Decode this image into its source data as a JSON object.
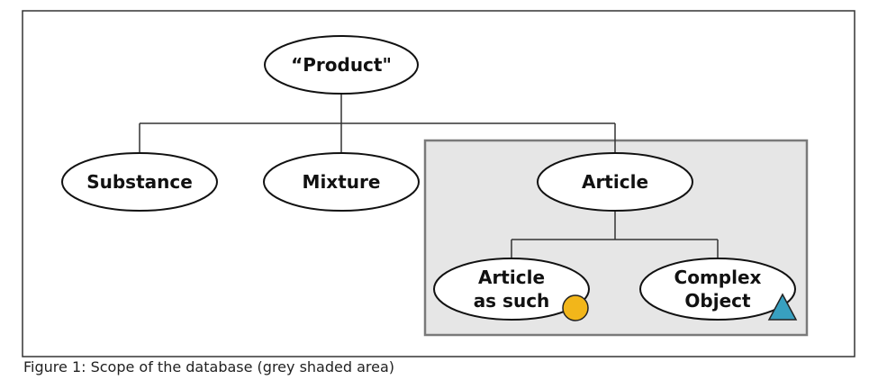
{
  "diagram": {
    "nodes": {
      "product": "“Product\"",
      "substance": "Substance",
      "mixture": "Mixture",
      "article": "Article",
      "article_as_such": [
        "Article",
        "as such"
      ],
      "complex_object": [
        "Complex",
        "Object"
      ]
    },
    "colors": {
      "shaded_area": "#e6e6e6",
      "shaded_border": "#7a7a7a",
      "circle_marker": "#f2b61a",
      "triangle_marker": "#38a0c0"
    },
    "markers": {
      "article_as_such": "circle-icon",
      "complex_object": "triangle-icon"
    }
  },
  "caption": "Figure 1: Scope of the database (grey shaded area)"
}
